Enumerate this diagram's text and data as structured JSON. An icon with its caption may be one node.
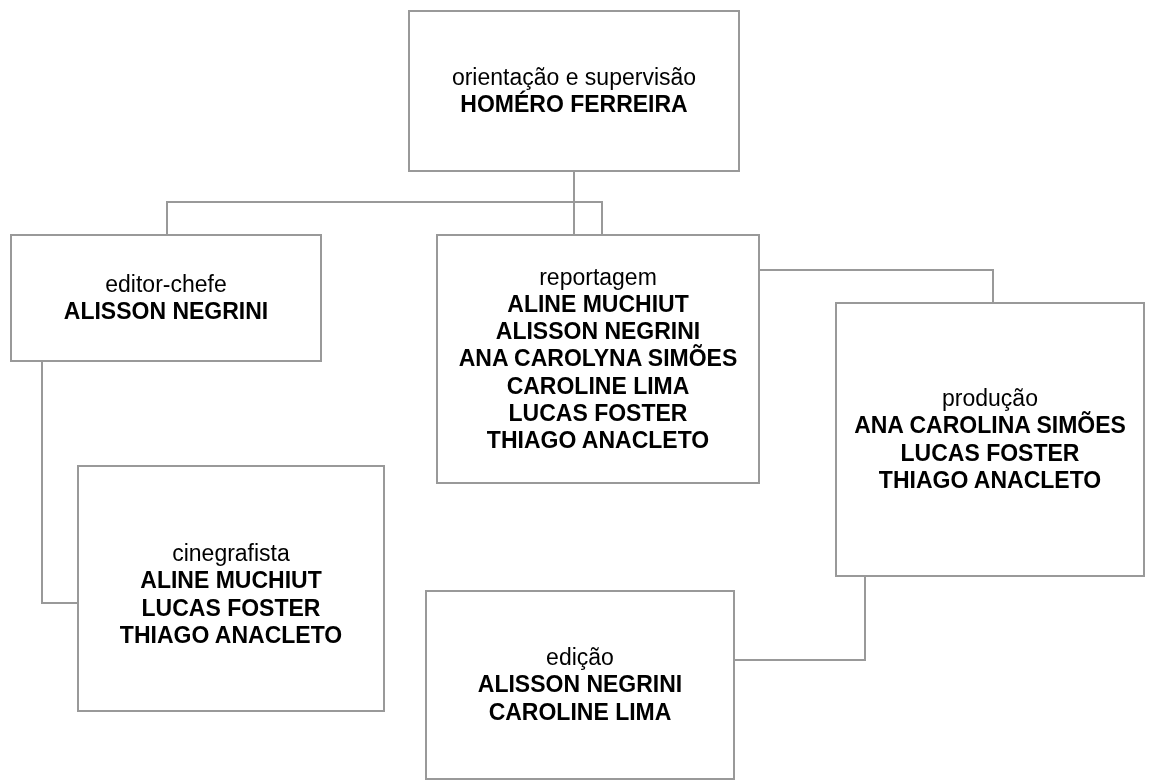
{
  "diagram": {
    "nodes": [
      {
        "text": [
          "orientação e supervisão",
          "HOMÉRO FERREIRA"
        ]
      },
      {
        "text": [
          "editor-chefe",
          "ALISSON NEGRINI"
        ]
      },
      {
        "text": [
          "reportagem",
          "ALINE MUCHIUT",
          "ALISSON NEGRINI",
          "ANA CAROLYNA SIMÕES",
          "CAROLINE LIMA",
          "LUCAS FOSTER",
          "THIAGO ANACLETO"
        ]
      },
      {
        "text": [
          "produção",
          "ANA CAROLINA SIMÕES",
          "LUCAS FOSTER",
          "THIAGO ANACLETO"
        ]
      },
      {
        "text": [
          "cinegrafista",
          "ALINE MUCHIUT",
          "LUCAS FOSTER",
          "THIAGO ANACLETO"
        ]
      },
      {
        "text": [
          "edição",
          "ALISSON NEGRINI",
          "CAROLINE LIMA"
        ]
      }
    ],
    "edges": [
      {
        "from": 0,
        "to": 1,
        "arrow": "none"
      },
      {
        "from": 0,
        "to": 2,
        "arrow": "none"
      },
      {
        "from": 2,
        "to": 3,
        "arrow": "none"
      },
      {
        "from": 1,
        "to": 4,
        "arrow": "none"
      },
      {
        "from": 3,
        "to": 5,
        "arrow": "none"
      }
    ]
  }
}
